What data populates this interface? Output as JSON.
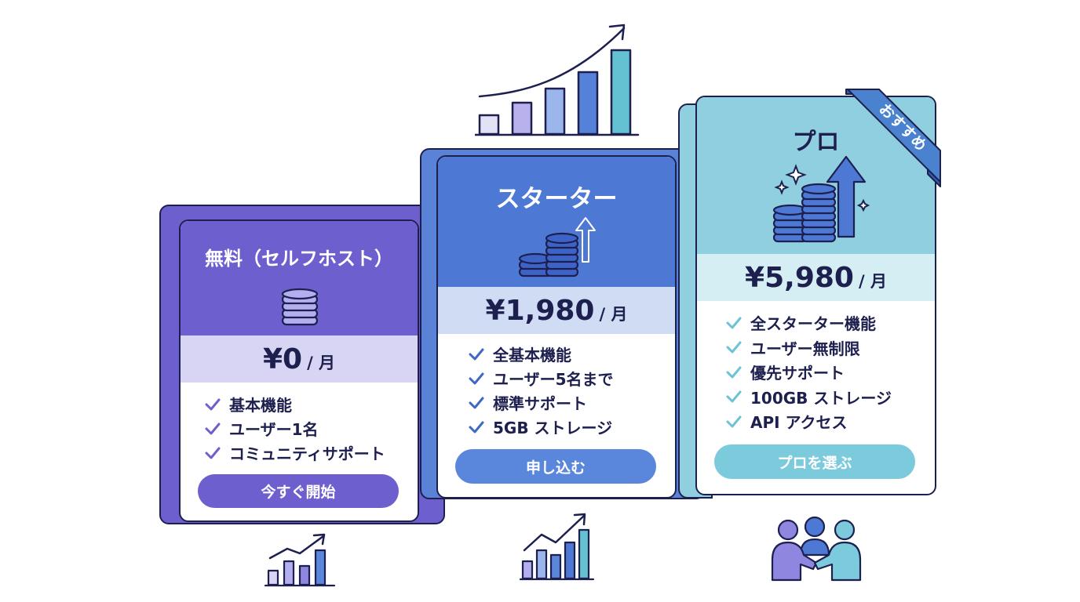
{
  "plans": [
    {
      "title": "無料（セルフホスト）",
      "price": "¥0",
      "period": "/ 月",
      "features": [
        "基本機能",
        "ユーザー1名",
        "コミュニティサポート"
      ],
      "cta": "今すぐ開始"
    },
    {
      "title": "スターター",
      "price": "¥1,980",
      "period": "/ 月",
      "features": [
        "全基本機能",
        "ユーザー5名まで",
        "標準サポート",
        "5GB ストレージ"
      ],
      "cta": "申し込む"
    },
    {
      "title": "プロ",
      "badge": "おすすめ",
      "price": "¥5,980",
      "period": "/ 月",
      "features": [
        "全スターター機能",
        "ユーザー無制限",
        "優先サポート",
        "100GB ストレージ",
        "API アクセス"
      ],
      "cta": "プロを選ぶ"
    }
  ],
  "icons": {
    "top": "growth-bar-chart-icon",
    "free": "coin-stack-icon",
    "starter": "coins-with-up-arrow-icon",
    "pro": "coins-with-large-up-arrow-icon",
    "bottom": [
      "small-growth-chart-icon",
      "medium-growth-chart-icon",
      "team-handshake-icon"
    ]
  },
  "colors": {
    "navy": "#1d1f4f",
    "free": "#6e5fcf",
    "starter": "#4d79d4",
    "pro": "#8fcfe0",
    "ribbon": "#4a82cf"
  }
}
